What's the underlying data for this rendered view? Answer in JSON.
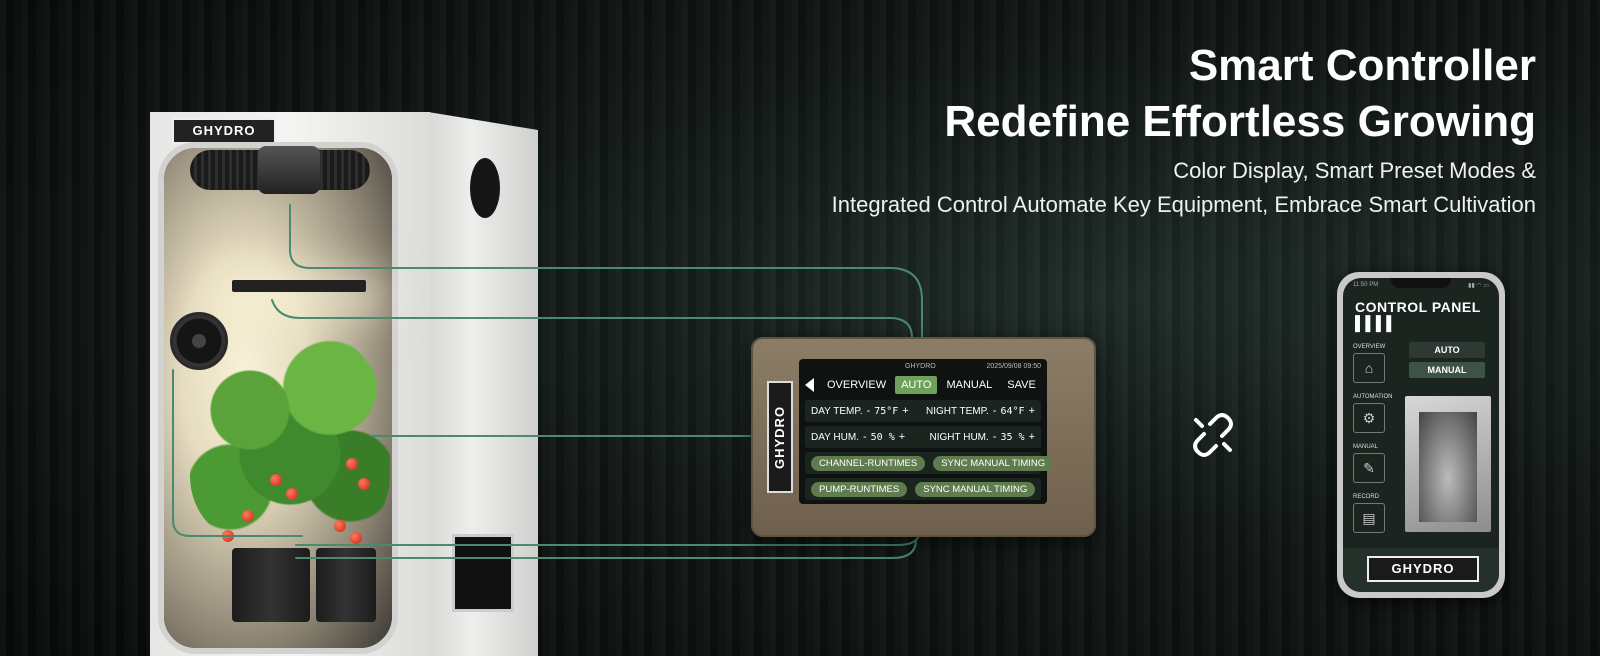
{
  "headline": {
    "line1": "Smart Controller",
    "line2": "Redefine Effortless Growing",
    "sub1": "Color Display, Smart Preset Modes &",
    "sub2": "Integrated Control Automate Key Equipment, Embrace Smart Cultivation"
  },
  "tent": {
    "logo": "GHYDRO"
  },
  "controller": {
    "logo": "GHYDRO",
    "header_logo": "GHYDRO",
    "timestamp": "2025/09/08 09:50",
    "tabs": [
      "OVERVIEW",
      "AUTO",
      "MANUAL",
      "SAVE"
    ],
    "active_tab": "AUTO",
    "day_temp": {
      "label": "DAY TEMP.",
      "value": "75°F"
    },
    "night_temp": {
      "label": "NIGHT TEMP.",
      "value": "64°F"
    },
    "day_hum": {
      "label": "DAY HUM.",
      "value": "50 %"
    },
    "night_hum": {
      "label": "NIGHT HUM.",
      "value": "35 %"
    },
    "minus": "-",
    "plus": "+",
    "channel_runtimes": "CHANNEL-RUNTIMES",
    "pump_runtimes": "PUMP-RUNTIMES",
    "sync1": "SYNC MANUAL TIMING",
    "sync2": "SYNC MANUAL TIMING"
  },
  "link_icon": "link-icon",
  "phone": {
    "time": "11:50 PM",
    "title": "CONTROL PANEL",
    "title_bars": "▌▌▌▌",
    "sidebar": [
      {
        "label": "OVERVIEW",
        "icon": "home-icon"
      },
      {
        "label": "AUTOMATION",
        "icon": "gear-icon"
      },
      {
        "label": "MANUAL",
        "icon": "wrench-icon"
      },
      {
        "label": "RECORD",
        "icon": "document-icon"
      }
    ],
    "modes": [
      "AUTO",
      "MANUAL"
    ],
    "logo": "GHYDRO"
  },
  "colors": {
    "accent_green": "#6fa15a",
    "wire": "#4a8a6e",
    "controller_body": "#7d6f5a"
  }
}
